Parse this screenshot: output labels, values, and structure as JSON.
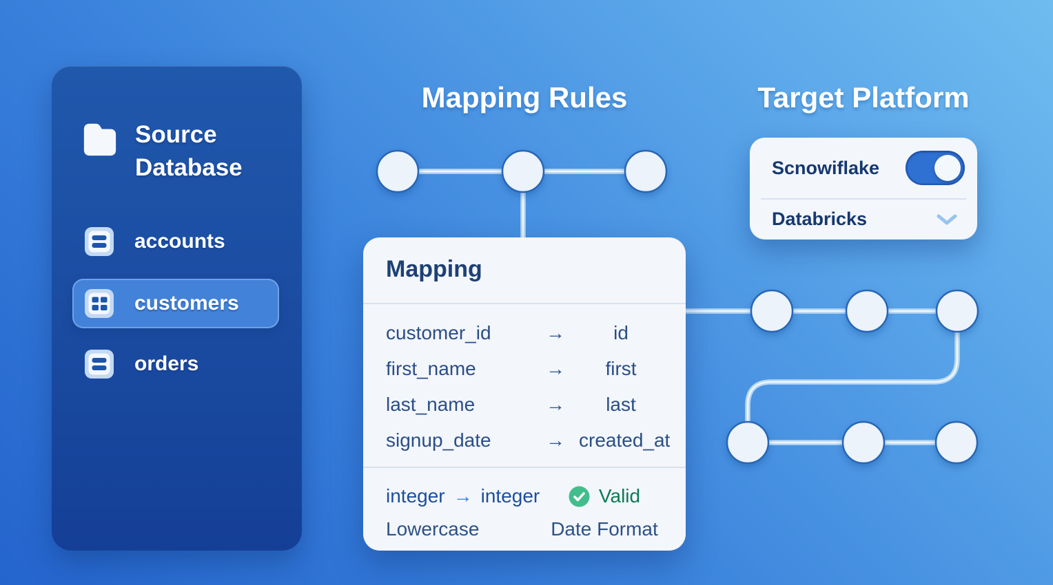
{
  "sidebar": {
    "title": "Source Database",
    "items": [
      {
        "label": "accounts",
        "icon": "table-rows-icon",
        "selected": false
      },
      {
        "label": "customers",
        "icon": "table-grid-icon",
        "selected": true
      },
      {
        "label": "orders",
        "icon": "table-rows-icon",
        "selected": false
      }
    ]
  },
  "mapping": {
    "heading": "Mapping Rules",
    "card_title": "Mapping",
    "arrow": "→",
    "rows": [
      {
        "source": "customer_id",
        "target": "id"
      },
      {
        "source": "first_name",
        "target": "first"
      },
      {
        "source": "last_name",
        "target": "last"
      },
      {
        "source": "signup_date",
        "target": "created_at"
      }
    ],
    "footer": {
      "type_from": "integer",
      "type_to": "integer",
      "status_label": "Valid",
      "transform_1": "Lowercase",
      "transform_2": "Date Format"
    }
  },
  "target": {
    "heading": "Target Platform",
    "option_1": {
      "label": "Scnowiflake",
      "control": "toggle",
      "toggle_state": "on"
    },
    "option_2": {
      "label": "Databricks",
      "control": "chevron-down"
    }
  },
  "icons": {
    "sidebar_header": "folder-icon",
    "accounts": "table-rows-icon",
    "customers": "table-grid-icon",
    "orders": "table-rows-icon",
    "valid_status": "check-circle-icon",
    "databricks_row": "chevron-down-icon"
  },
  "colors": {
    "background_top_right": "#6fbcf0",
    "background_bottom_left": "#2464cd",
    "sidebar_bg": "#1c51a6",
    "selected_item_bg": "#4282d8",
    "card_bg": "#f3f6fb",
    "accent_blue": "#2f71d2",
    "wire_blue": "#b9d8f4",
    "navy_text": "#1d4076",
    "valid_green": "#43bd8d",
    "valid_text_green": "#0e7a52"
  }
}
